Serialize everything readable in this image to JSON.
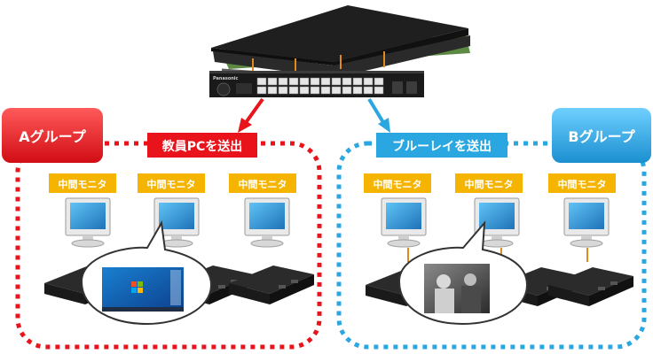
{
  "group_a": {
    "label": "Aグループ",
    "action": "教員PCを送出"
  },
  "group_b": {
    "label": "Bグループ",
    "action": "ブルーレイを送出"
  },
  "monitor_label": "中間モニタ",
  "switch_brand": "Panasonic",
  "colors": {
    "group_a": "#e8131b",
    "group_b": "#2aa7e1",
    "monitor_tag": "#f5b400",
    "switch_body": "#1a1a1a",
    "module_board": "#4f7a3a"
  }
}
